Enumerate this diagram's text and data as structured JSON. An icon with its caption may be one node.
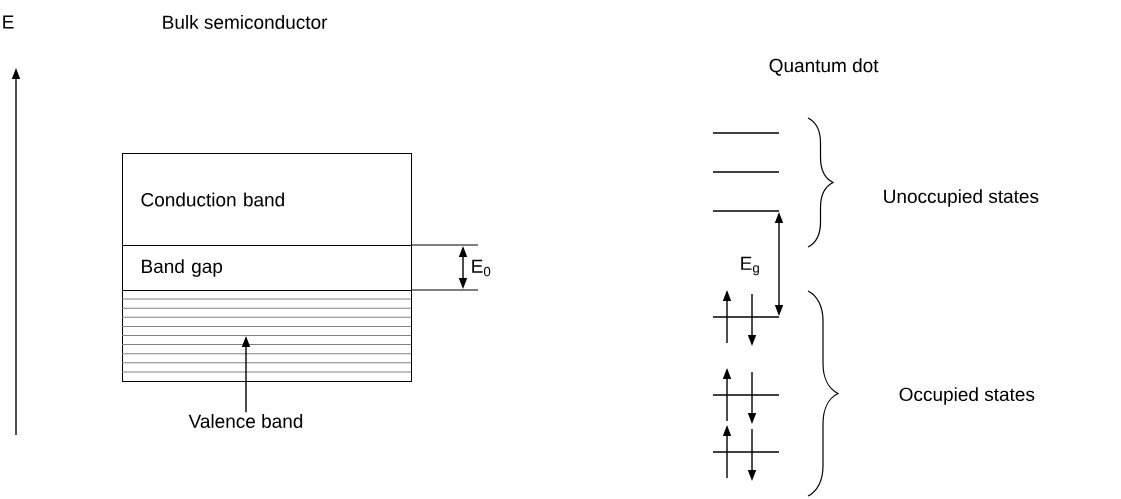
{
  "diagram": {
    "nodes": [
      {
        "text": [
          "Conduction band"
        ]
      },
      {
        "text": [
          "Band gap"
        ]
      },
      {
        "text": [],
        "shape": "box"
      },
      {
        "text": [
          "Valence band"
        ]
      }
    ],
    "edges": [
      {
        "from": 3,
        "to": 2,
        "arrow": "to"
      }
    ],
    "labels": [
      "E",
      "Bulk semiconductor",
      "Quantum dot",
      "Unoccupied states",
      "E$_{0}$",
      "E$_{g}$",
      "Occupied states"
    ]
  }
}
